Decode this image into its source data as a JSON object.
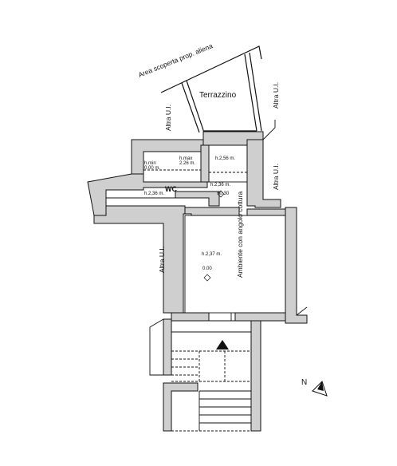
{
  "labels": {
    "area_scoperta": "Area scoperta  prop. aliena",
    "terrazzino": "Terrazzino",
    "altra_ui_top_left": "Altra U.I.",
    "altra_ui_top_right": "Altra U.I.",
    "altra_ui_right": "Altra U.I.",
    "altra_ui_left": "Altra U.I.",
    "wc": "WC",
    "hmin": "h.min",
    "hmin_value": "0.00 m.",
    "hmax": "h.max",
    "hmax_value": "2.26 m.",
    "h256": "h.2,56 m.",
    "h236_right": "h.2,36 m.",
    "h030": "+0.30",
    "h236_wc": "h.2,36 m.",
    "ambiente": "Ambiente con angolo cottura",
    "h237": "h.2,37 m.",
    "h000": "0.00",
    "north": "N"
  },
  "colors": {
    "wall": "#cfcfcf",
    "line": "#111111"
  }
}
